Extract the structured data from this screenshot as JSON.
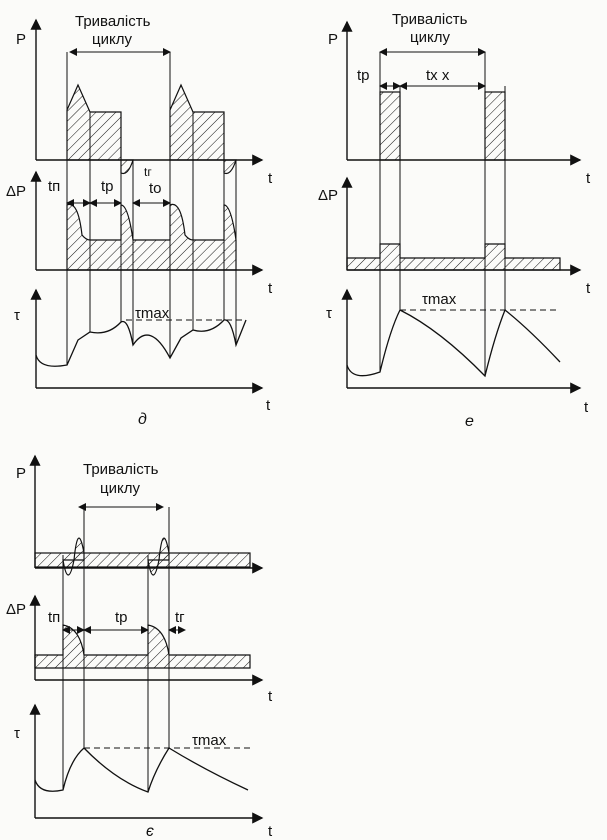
{
  "panel_d": {
    "title_line1": "Тривалість",
    "title_line2": "циклу",
    "axis_p": "P",
    "axis_dp": "ΔP",
    "axis_tau": "τ",
    "axis_t": "t",
    "t_n": "tп",
    "t_p": "tр",
    "t_o": "tо",
    "t_g": "tг",
    "tau_max": "τmax",
    "caption": "д"
  },
  "panel_e": {
    "title_line1": "Тривалість",
    "title_line2": "циклу",
    "axis_p": "P",
    "axis_dp": "ΔP",
    "axis_tau": "τ",
    "axis_t": "t",
    "t_p": "tр",
    "t_xx": "tх х",
    "tau_max": "τmax",
    "caption": "е"
  },
  "panel_ye": {
    "title_line1": "Тривалість",
    "title_line2": "циклу",
    "axis_p": "P",
    "axis_dp": "ΔP",
    "axis_tau": "τ",
    "axis_t": "t",
    "t_n": "tп",
    "t_p": "tр",
    "t_r": "tг",
    "tau_max": "τmax",
    "caption": "є"
  }
}
